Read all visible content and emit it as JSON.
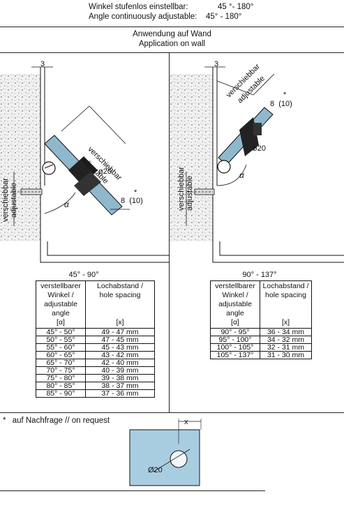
{
  "header": {
    "angle_label_de": "Winkel stufenlos einstellbar:",
    "angle_value_de": "45 °- 180°",
    "angle_label_en": "Angle continuously adjustable:",
    "angle_value_en": "45° - 180°"
  },
  "section": {
    "title_de": "Anwendung auf Wand",
    "title_en": "Application on wall"
  },
  "left_diagram": {
    "dim_3": "3",
    "slide_de": "verschiebbar",
    "slide_en": "adjustable",
    "dia": "ø20",
    "thick": "8  (10)",
    "star": "*",
    "alpha": "α",
    "side_de": "verschiebbar",
    "side_en": "adjustable",
    "range": "45° - 90°"
  },
  "right_diagram": {
    "dim_3": "3",
    "slide_de": "verschiebbar",
    "slide_en": "adjustable",
    "dia": "ø20",
    "thick": "8  (10)",
    "star": "*",
    "alpha": "α",
    "side_de": "verschiebbar",
    "side_en": "adjustable",
    "range": "90° - 137°"
  },
  "table_left": {
    "col1": [
      "verstellbarer",
      "Winkel /",
      "adjustable",
      "angle",
      "[α]"
    ],
    "col2": [
      "Lochabstand /",
      "hole spacing",
      "",
      "",
      "[x]"
    ],
    "rows": [
      [
        "45° - 50°",
        "49 - 47 mm"
      ],
      [
        "50° - 55°",
        "47 - 45 mm"
      ],
      [
        "55° - 60°",
        "45 - 43 mm"
      ],
      [
        "60° - 65°",
        "43 - 42 mm"
      ],
      [
        "65° - 70°",
        "42 - 40 mm"
      ],
      [
        "70° - 75°",
        "40 - 39 mm"
      ],
      [
        "75° - 80°",
        "39 - 38 mm"
      ],
      [
        "80° - 85°",
        "38 - 37 mm"
      ],
      [
        "85° - 90°",
        "37 - 36 mm"
      ]
    ]
  },
  "table_right": {
    "col1": [
      "verstellbarer",
      "Winkel /",
      "adjustable",
      "angle",
      "[α]"
    ],
    "col2": [
      "Lochabstand /",
      "hole spacing",
      "",
      "",
      "[x]"
    ],
    "rows": [
      [
        "90° - 95°",
        "36 - 34 mm"
      ],
      [
        "95° - 100°",
        "34 - 32 mm"
      ],
      [
        "100° - 105°",
        "32 - 31 mm"
      ],
      [
        "105° - 137°",
        "31 - 30 mm"
      ]
    ]
  },
  "footnote": {
    "star": "*",
    "text": "auf Nachfrage // on request"
  },
  "detail": {
    "x_label": "x",
    "dia_label": "Ø20"
  }
}
